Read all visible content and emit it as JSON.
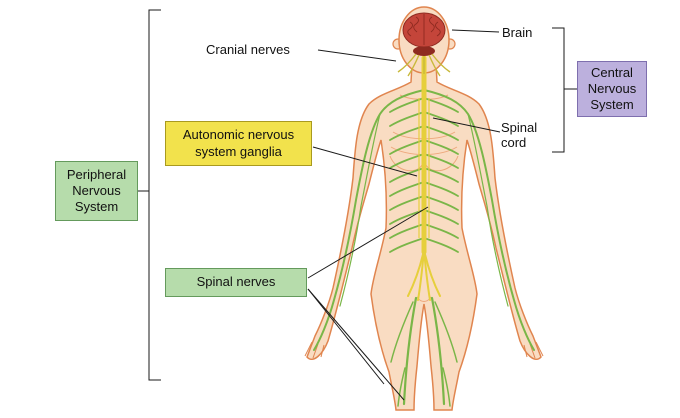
{
  "labels": {
    "cranial_nerves": "Cranial nerves",
    "brain": "Brain",
    "spinal_cord": "Spinal cord",
    "autonomic_ganglia": "Autonomic nervous system ganglia",
    "peripheral_nervous_system": "Peripheral Nervous System",
    "spinal_nerves": "Spinal nerves",
    "central_nervous_system": "Central Nervous System"
  },
  "colors": {
    "yellow_box_bg": "#f2e24c",
    "yellow_box_border": "#a99a1f",
    "green_box_bg": "#b6dcab",
    "green_box_border": "#649a5c",
    "purple_box_bg": "#bcb0dd",
    "purple_box_border": "#7e6fae",
    "skin": "#f9dcc2",
    "body_outline": "#e0854f",
    "rib_line": "#eda87c",
    "brain_red": "#c4453a",
    "brain_dark": "#8e2a20",
    "spinal_cord_yellow": "#e6cf3c",
    "nerve_green": "#7ab648",
    "cranial_nerve_yellow": "#c8b93a",
    "connector_line": "#1a1a1a"
  }
}
